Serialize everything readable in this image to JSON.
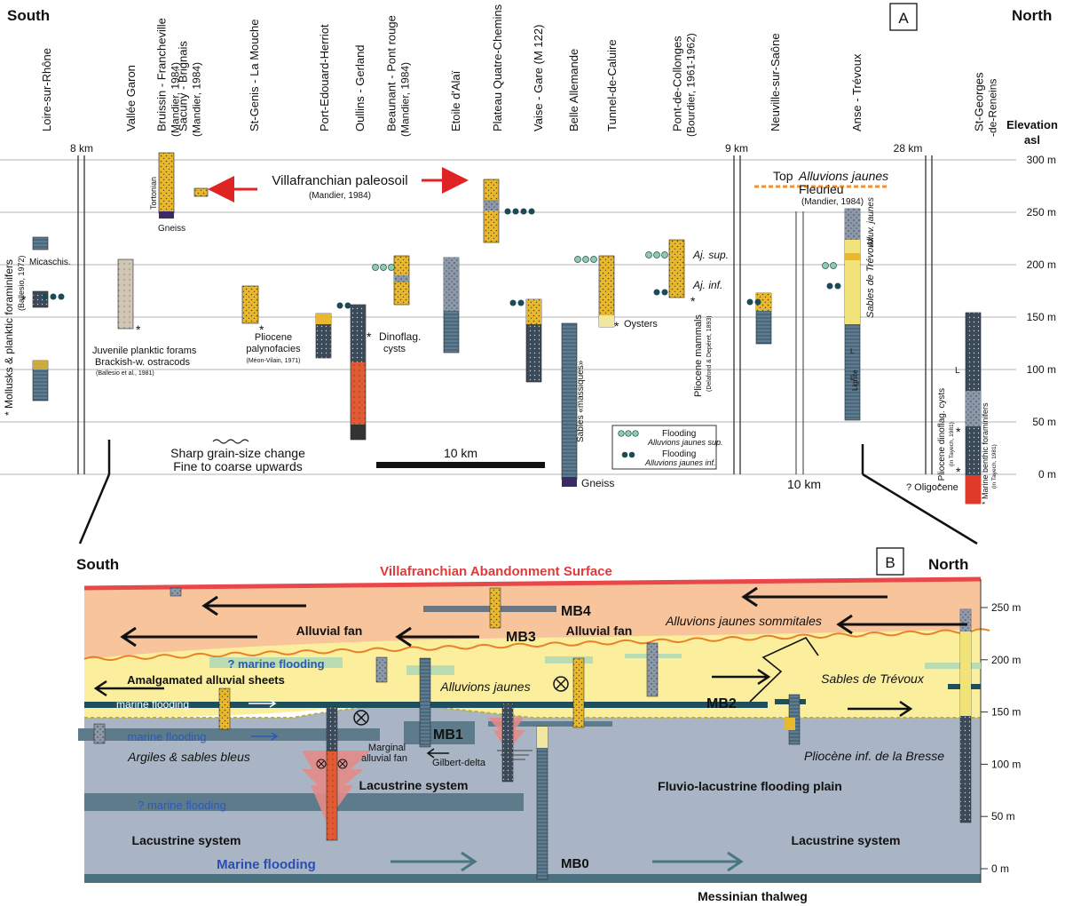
{
  "panel_a": {
    "letter": "A",
    "south": "South",
    "north": "North",
    "elevation_title": [
      "Elevation",
      "asl"
    ],
    "elevation_ticks": [
      {
        "label": "300 m",
        "value": 300
      },
      {
        "label": "250 m",
        "value": 250
      },
      {
        "label": "200 m",
        "value": 200
      },
      {
        "label": "150 m",
        "value": 150
      },
      {
        "label": "100 m",
        "value": 100
      },
      {
        "label": "50 m",
        "value": 50
      },
      {
        "label": "0 m",
        "value": 0
      }
    ],
    "gaps": [
      "8 km",
      "9 km",
      "28 km"
    ],
    "scale_bars": [
      "10 km",
      "10 km"
    ],
    "localities": [
      {
        "name": "loire-sur-rhone",
        "lines": [
          "Loire-sur-Rhône"
        ]
      },
      {
        "name": "vallee-garon",
        "lines": [
          "Vallée Garon"
        ]
      },
      {
        "name": "bruissin",
        "lines": [
          "Bruissin - Francheville",
          "(Mandier, 1984)"
        ]
      },
      {
        "name": "sacuny",
        "lines": [
          "Sacuny - Brignais",
          "(Mandier, 1984)"
        ]
      },
      {
        "name": "st-genis",
        "lines": [
          "St-Genis - La Mouche"
        ]
      },
      {
        "name": "port-edouard",
        "lines": [
          "Port-Edouard-Herriot"
        ]
      },
      {
        "name": "oullins",
        "lines": [
          "Oullins - Gerland"
        ]
      },
      {
        "name": "beaunant",
        "lines": [
          "Beaunant - Pont rouge",
          "(Mandier, 1984)"
        ]
      },
      {
        "name": "etoile-alai",
        "lines": [
          "Etoile d'Alaï"
        ]
      },
      {
        "name": "plateau",
        "lines": [
          "Plateau Quatre-Chemins"
        ]
      },
      {
        "name": "vaise",
        "lines": [
          "Vaise - Gare (M 122)"
        ]
      },
      {
        "name": "belle-allemande",
        "lines": [
          "Belle Allemande"
        ]
      },
      {
        "name": "tunnel-caluire",
        "lines": [
          "Tunnel-de-Caluire"
        ]
      },
      {
        "name": "pont-collonges",
        "lines": [
          "Pont-de-Collonges",
          "(Bourdier, 1961-1962)"
        ]
      },
      {
        "name": "neuville",
        "lines": [
          "Neuville-sur-Saône"
        ]
      },
      {
        "name": "anse",
        "lines": [
          "Anse - Trévoux"
        ]
      },
      {
        "name": "st-georges",
        "lines": [
          "St-Georges",
          "-de-Reneins"
        ]
      }
    ],
    "labels": {
      "paleosoil": "Villafranchian paleosoil",
      "paleosoil_ref": "(Mandier, 1984)",
      "top_aj_a": "Top",
      "top_aj_b": "Alluvions jaunes",
      "fleurieu": "Fleurieu",
      "fleurieu_ref": "(Mandier, 1984)",
      "tortonian": "Tortonian",
      "gneiss": "Gneiss",
      "micaschis": "Micaschis.",
      "molluscs_a": "* Mollusks & planktic foraminifers",
      "molluscs_b": "(Ballesio, 1972)",
      "juvenile": "Juvenile planktic forams",
      "brackish": "Brackish-w. ostracods",
      "ballesio81": "(Ballesio et al., 1981)",
      "pliocene_paly_a": "Pliocene",
      "pliocene_paly_b": "palynofacies",
      "meon": "(Méon-Vilain, 1971)",
      "dinoflag_a": "Dinoflag.",
      "dinoflag_b": "cysts",
      "oysters": "Oysters",
      "aj_sup": "Aj. sup.",
      "aj_inf": "Aj. inf.",
      "pliocene_mammals": "Pliocene mammals",
      "delafond": "(Delafond & Depéret, 1893)",
      "sables_massiques": "Sables «massiques»",
      "gneiss2": "Gneiss",
      "alluv_jaunes": "Alluv. jaunes",
      "sables_trevoux": "Sables de Trévoux",
      "lignite": "Lignite",
      "l": "L",
      "pliocene_dino": "* Pliocene dinoflag. cysts",
      "tayech1": "(in Tayech, 1981)",
      "marine_benthic": "* Marine benthic foraminifers",
      "tayech2": "(in Tayech, 1981)",
      "oligocene": "? Oligocene",
      "sharp_1": "Sharp grain-size change",
      "sharp_2": "Fine to coarse upwards",
      "flood_sup_1": "Flooding",
      "flood_sup_2": "Alluvions jaunes sup.",
      "flood_inf_1": "Flooding",
      "flood_inf_2": "Alluvions jaunes inf."
    }
  },
  "panel_b": {
    "letter": "B",
    "south": "South",
    "north": "North",
    "title": "Villafranchian Abandonment Surface",
    "elevation_ticks": [
      {
        "label": "250 m",
        "value": 250
      },
      {
        "label": "200 m",
        "value": 200
      },
      {
        "label": "150 m",
        "value": 150
      },
      {
        "label": "100 m",
        "value": 100
      },
      {
        "label": "50 m",
        "value": 50
      },
      {
        "label": "0 m",
        "value": 0
      }
    ],
    "labels": {
      "alluvial_fan_1": "Alluvial fan",
      "alluvial_fan_2": "Alluvial fan",
      "mb4": "MB4",
      "mb3": "MB3",
      "mb2": "MB2",
      "mb1": "MB1",
      "mb0": "MB0",
      "aj_sommitales": "Alluvions jaunes sommitales",
      "q_marine_1": "? marine flooding",
      "amalgamated": "Amalgamated alluvial sheets",
      "marine_flooding_1": "marine flooding",
      "marine_flooding_2": "marine flooding",
      "alluvions_jaunes": "Alluvions  jaunes",
      "sables_trevoux": "Sables de Trévoux",
      "argiles": "Argiles & sables bleus",
      "marginal_1": "Marginal",
      "marginal_2": "alluvial fan",
      "gilbert": "Gilbert-delta",
      "lacustrine_1": "Lacustrine system",
      "lacustrine_2": "Lacustrine system",
      "lacustrine_3": "Lacustrine system",
      "q_marine_2": "? marine flooding",
      "fluvio": "Fluvio-lacustrine flooding plain",
      "pliocene_bresse": "Pliocène inf. de la Bresse",
      "marine_flooding_big": "Marine flooding",
      "messinian": "Messinian thalweg"
    }
  },
  "colors": {
    "orange_fan": "#f7c49c",
    "yellow_aj": "#fbef9e",
    "blue_grey": "#a9b4c5",
    "dark_teal": "#1f4f5c",
    "red_surface": "#e8484a",
    "gold": "#e8b92e",
    "paleosoil_arrow": "#e02424",
    "flood_green": "#8fcca8",
    "flood_dark": "#1c4a55"
  }
}
